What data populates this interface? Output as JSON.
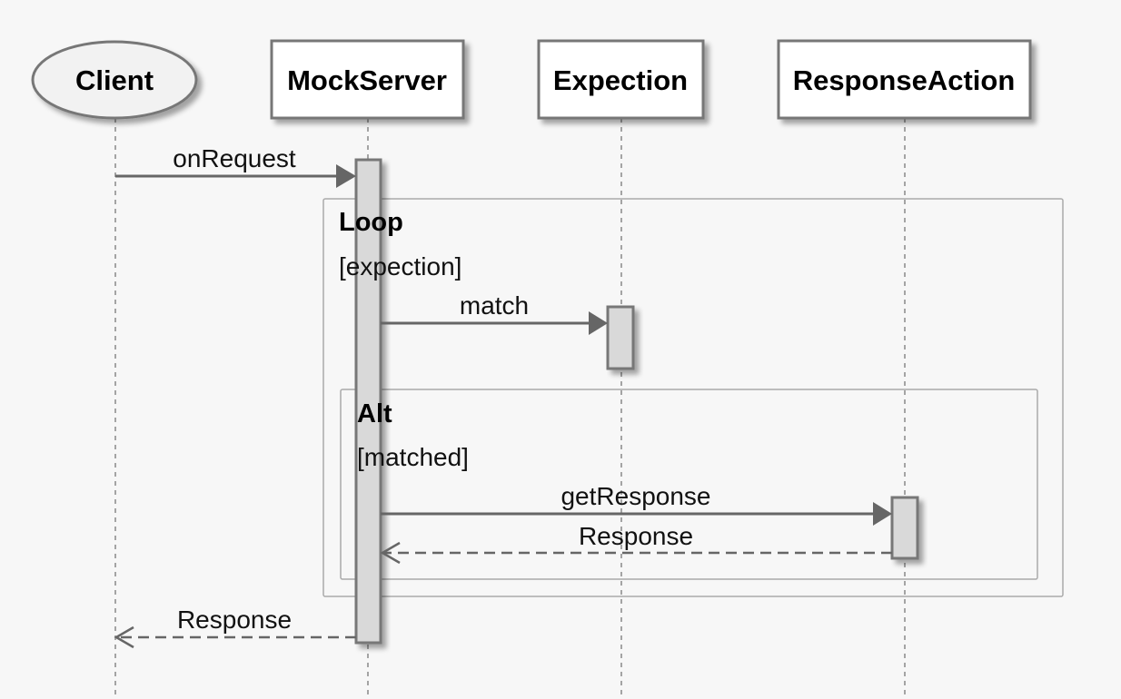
{
  "participants": {
    "client": "Client",
    "mockserver": "MockServer",
    "expection": "Expection",
    "responseaction": "ResponseAction"
  },
  "messages": {
    "on_request": "onRequest",
    "match": "match",
    "get_response": "getResponse",
    "response_inner": "Response",
    "response_outer": "Response"
  },
  "frames": {
    "loop": {
      "title": "Loop",
      "guard": "[expection]"
    },
    "alt": {
      "title": "Alt",
      "guard": "[matched]"
    }
  },
  "colors": {
    "background": "#f7f7f7",
    "box_border": "#777777",
    "activation_fill": "#d9d9d9",
    "arrow": "#666666",
    "frame_border": "#aaaaaa",
    "lifeline": "#888888"
  }
}
